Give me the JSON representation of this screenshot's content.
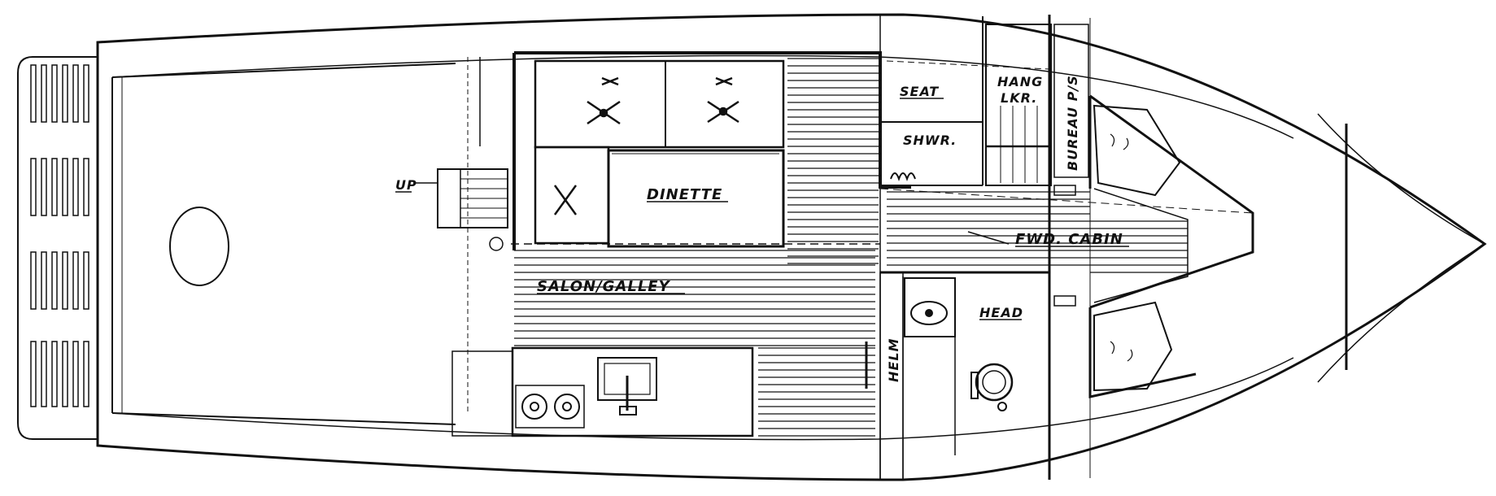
{
  "drawing": {
    "title": "",
    "ink_color": "#111111",
    "paper_color": "#ffffff"
  },
  "labels": {
    "up": "UP",
    "dinette": "DINETTE",
    "salon_galley": "SALON/GALLEY",
    "seat": "SEAT",
    "shwr": "SHWR.",
    "hang_lkr_line1": "HANG",
    "hang_lkr_line2": "LKR.",
    "bureau": "BUREAU P/S",
    "fwd_cabin": "FWD. CABIN",
    "head": "HEAD",
    "helm": "HELM"
  },
  "icons": [
    "swim-platform-grille",
    "hatch-oval",
    "stairs",
    "cushion-x-mark",
    "stove-burners",
    "galley-sink",
    "head-sink",
    "toilet",
    "berth-pillow"
  ]
}
